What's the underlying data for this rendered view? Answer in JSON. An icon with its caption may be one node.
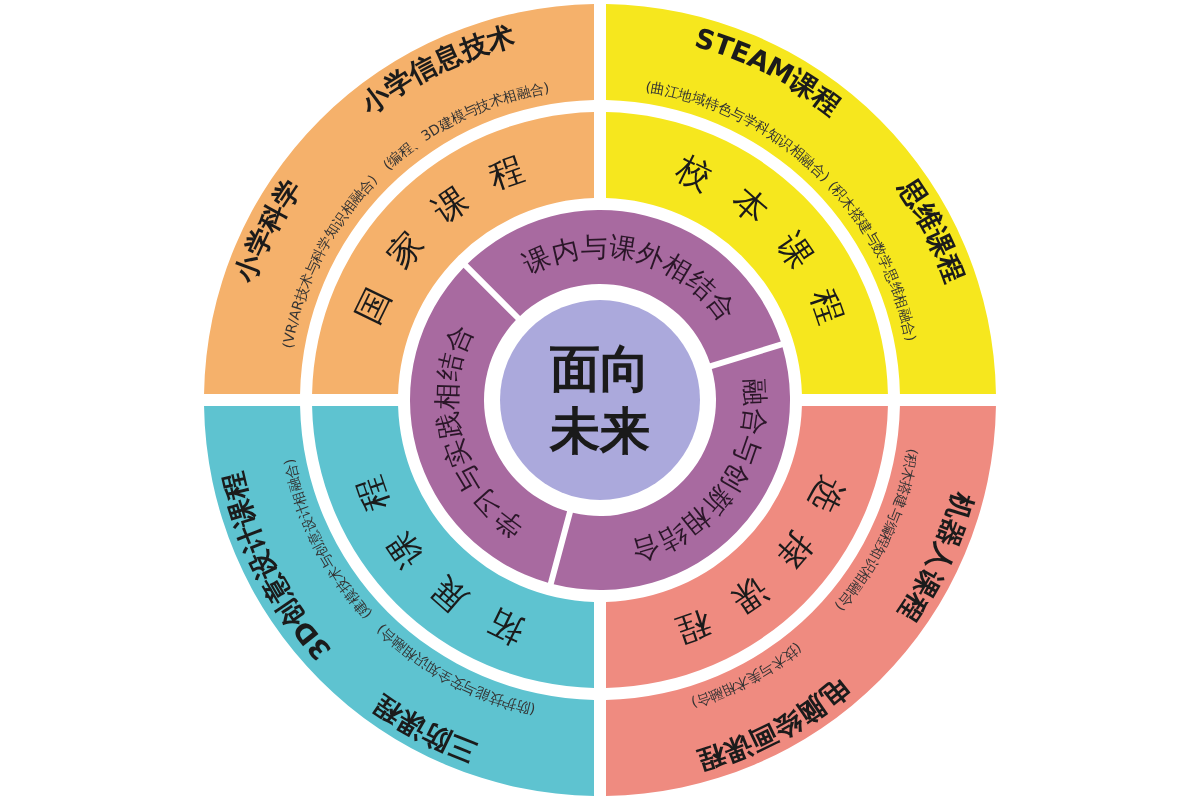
{
  "diagram": {
    "nodes": [
      {
        "text": [
          "面向未来"
        ]
      },
      {
        "text": [
          "课内与课外相结合"
        ]
      },
      {
        "text": [
          "融合与创新相结合"
        ]
      },
      {
        "text": [
          "学习与实践相结合"
        ]
      },
      {
        "text": [
          "国家课程"
        ]
      },
      {
        "text": [
          "校本课程"
        ]
      },
      {
        "text": [
          "选择课程"
        ]
      },
      {
        "text": [
          "拓展课程"
        ]
      },
      {
        "text": [
          "小学科学",
          "(VR/AR技术与科学知识相融合)",
          "小学信息技术",
          "(编程、3D建模与技术相融合)"
        ]
      },
      {
        "text": [
          "STEAM课程",
          "(曲江地域特色与学科知识相融合)",
          "思维课程",
          "(积木搭建与数学思维相融合)"
        ]
      },
      {
        "text": [
          "机器人课程",
          "(积木搭建与编程知识相融合)",
          "电脑绘画课程",
          "(技术与美术相融合)"
        ]
      },
      {
        "text": [
          "三防课程",
          "(防护技能与安全知识相融合)",
          "3D创意设计课程",
          "(建模技术与创意设计相融合)"
        ]
      }
    ]
  }
}
